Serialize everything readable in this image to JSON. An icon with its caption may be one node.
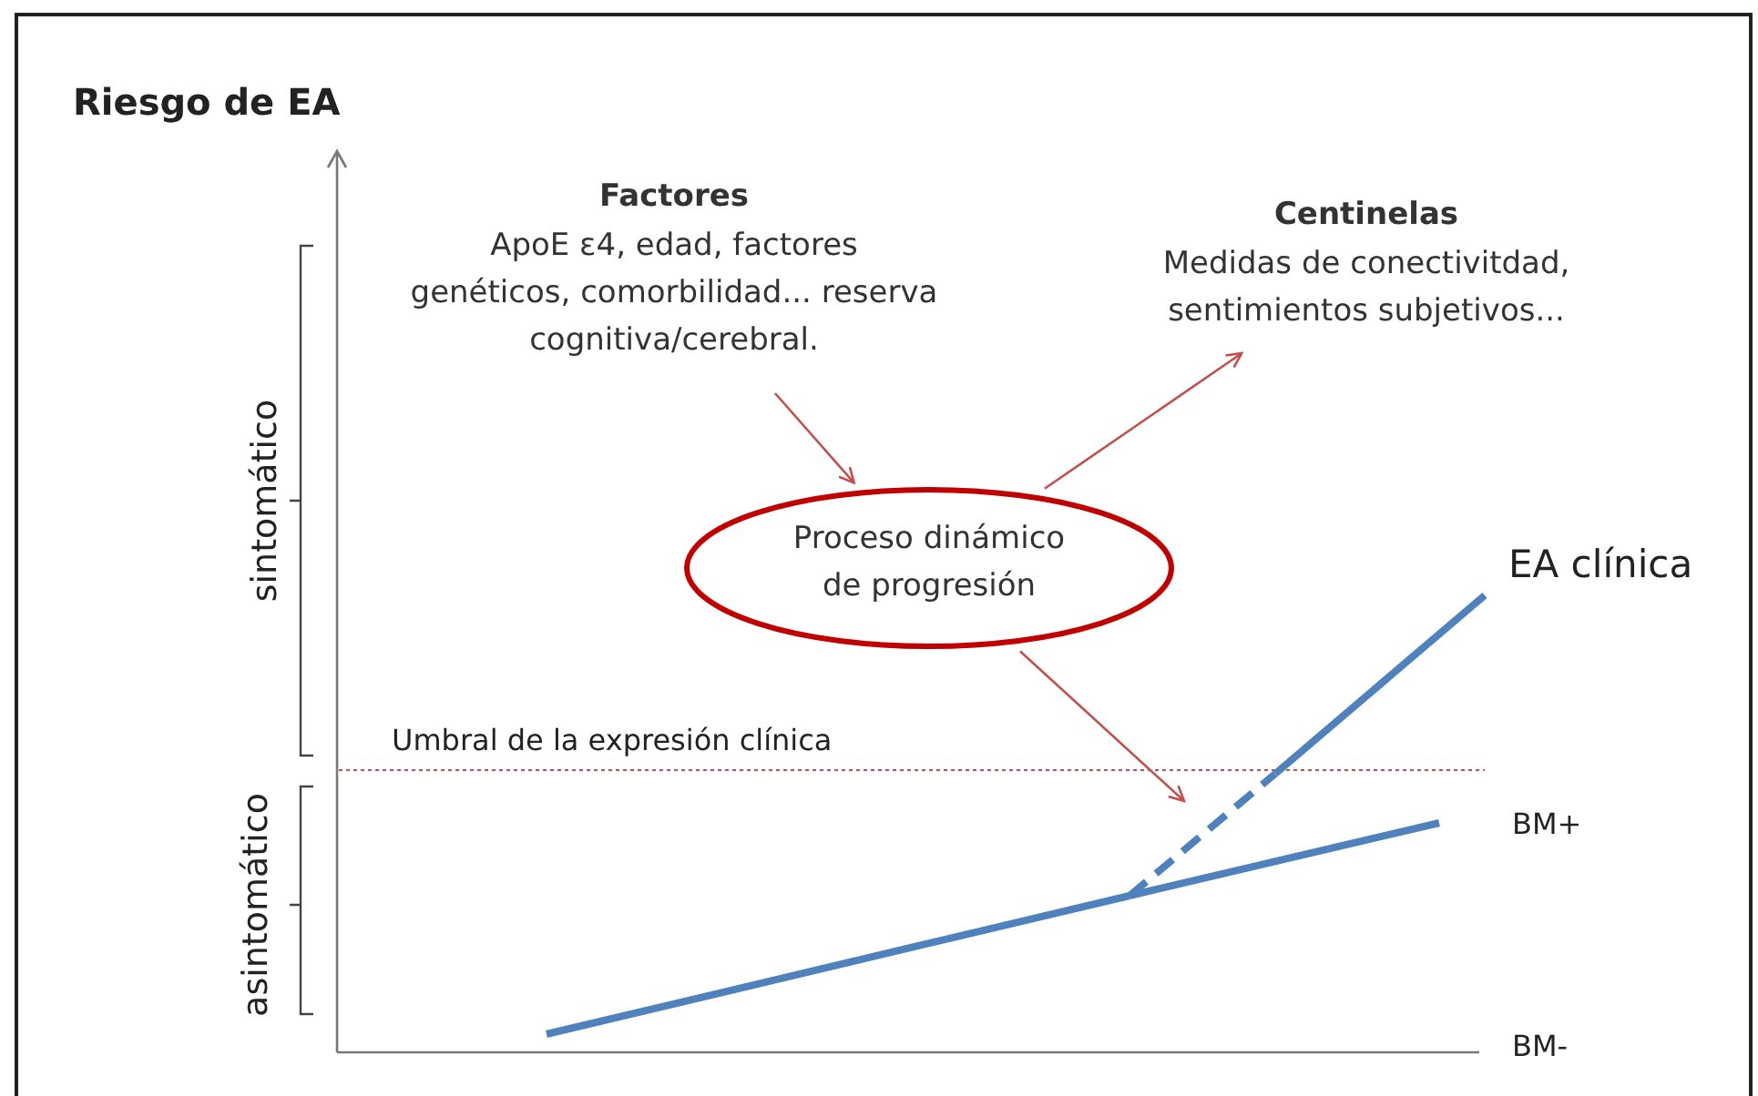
{
  "diagram": {
    "nodes": [
      {
        "text": [
          "Factores",
          "ApoE ε4, edad, factores genéticos, comorbilidad... reserva cognitiva/cerebral."
        ]
      },
      {
        "text": [
          "Centinelas",
          "Medidas de conectivitdad, sentimientos subjetivos..."
        ]
      },
      {
        "text": [
          "Proceso dinámico de progresión"
        ]
      }
    ],
    "edges": [
      {
        "from": 0,
        "to": 2,
        "arrow": "to"
      },
      {
        "from": 2,
        "to": 1,
        "arrow": "to"
      },
      {
        "from": 2,
        "to": null,
        "arrow": "to"
      }
    ],
    "labels": [
      "Riesgo de EA",
      "sintomático",
      "asintomático",
      "Umbral de la expresión clínica",
      "EA clínica",
      "BM+",
      "BM-"
    ]
  }
}
